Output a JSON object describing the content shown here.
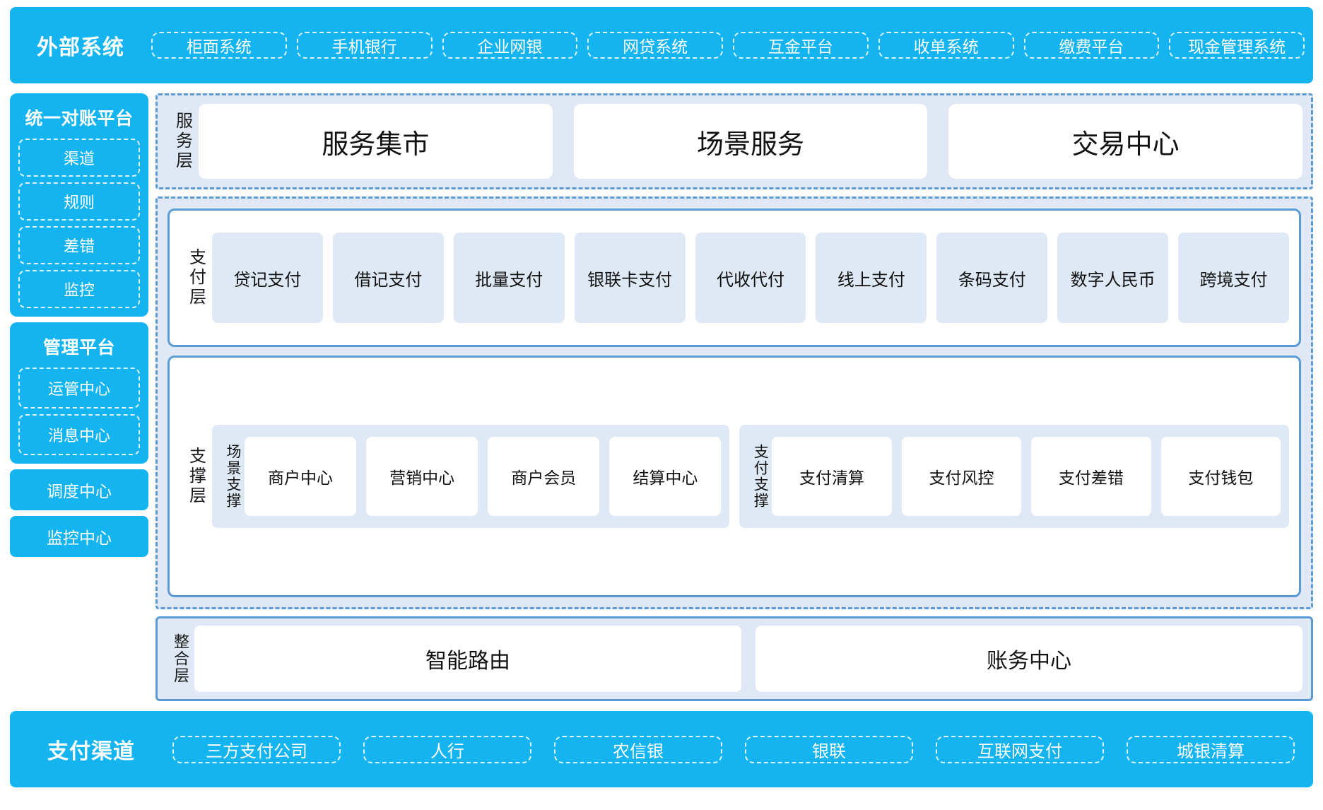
{
  "external_systems": {
    "title": "外部系统",
    "items": [
      "柜面系统",
      "手机银行",
      "企业网银",
      "网贷系统",
      "互金平台",
      "收单系统",
      "缴费平台",
      "现金管理系统"
    ]
  },
  "sidebar": {
    "reconciliation": {
      "title": "统一对账平台",
      "items": [
        "渠道",
        "规则",
        "差错",
        "监控"
      ]
    },
    "management": {
      "title": "管理平台",
      "items": [
        "运管中心",
        "消息中心"
      ]
    },
    "standalone": [
      "调度中心",
      "监控中心"
    ]
  },
  "service_layer": {
    "label": "服务层",
    "items": [
      "服务集市",
      "场景服务",
      "交易中心"
    ]
  },
  "payment_layer": {
    "label": "支付层",
    "items": [
      "贷记支付",
      "借记支付",
      "批量支付",
      "银联卡支付",
      "代收代付",
      "线上支付",
      "条码支付",
      "数字人民币",
      "跨境支付"
    ]
  },
  "support_layer": {
    "label": "支撑层",
    "groups": [
      {
        "label": "场景支撑",
        "items": [
          "商户中心",
          "营销中心",
          "商户会员",
          "结算中心"
        ]
      },
      {
        "label": "支付支撑",
        "items": [
          "支付清算",
          "支付风控",
          "支付差错",
          "支付钱包"
        ]
      }
    ]
  },
  "integration_layer": {
    "label": "整合层",
    "items": [
      "智能路由",
      "账务中心"
    ]
  },
  "payment_channels": {
    "title": "支付渠道",
    "items": [
      "三方支付公司",
      "人行",
      "农信银",
      "银联",
      "互联网支付",
      "城银清算"
    ]
  },
  "colors": {
    "brand_blue": "#14b4f0",
    "panel_blue": "#dfe8f4",
    "tile_blue": "#dfe9f5",
    "border_blue": "#5b9bd5",
    "white": "#ffffff"
  }
}
